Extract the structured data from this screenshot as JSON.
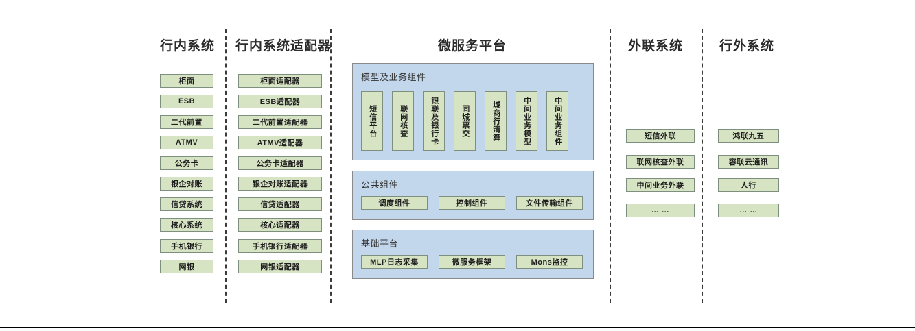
{
  "diagram": {
    "columns": [
      {
        "id": "in-bank-systems",
        "title": "行内系统",
        "items": [
          "柜面",
          "ESB",
          "二代前置",
          "ATMV",
          "公务卡",
          "银企对账",
          "信贷系统",
          "核心系统",
          "手机银行",
          "网银"
        ]
      },
      {
        "id": "in-bank-adapters",
        "title": "行内系统适配器",
        "items": [
          "柜面适配器",
          "ESB适配器",
          "二代前置适配器",
          "ATMV适配器",
          "公务卡适配器",
          "银企对账适配器",
          "信贷适配器",
          "核心适配器",
          "手机银行适配器",
          "网银适配器"
        ]
      },
      {
        "id": "external-link-systems",
        "title": "外联系统",
        "items": [
          "短信外联",
          "联网核查外联",
          "中间业务外联",
          "… …"
        ]
      },
      {
        "id": "out-bank-systems",
        "title": "行外系统",
        "items": [
          "鸿联九五",
          "容联云通讯",
          "人行",
          "… …"
        ]
      }
    ],
    "platform": {
      "title": "微服务平台",
      "groups": [
        {
          "id": "model-business-components",
          "title": "模型及业务组件",
          "orientation": "vertical",
          "items": [
            "短信平台",
            "联网核查",
            "银联及银行卡",
            "同城票交",
            "城商行清算",
            "中间业务模型",
            "中间业务组件"
          ]
        },
        {
          "id": "public-components",
          "title": "公共组件",
          "orientation": "horizontal",
          "items": [
            "调度组件",
            "控制组件",
            "文件传输组件"
          ]
        },
        {
          "id": "base-platform",
          "title": "基础平台",
          "orientation": "horizontal",
          "items": [
            "MLP日志采集",
            "微服务框架",
            "Mons监控"
          ]
        }
      ]
    },
    "colors": {
      "node_fill": "#d7e4c3",
      "node_border": "#7f8f7f",
      "panel_fill": "#c2d6ec",
      "panel_border": "#8a8a8a",
      "divider": "#3b3b3b",
      "text": "#1e1e1e"
    }
  }
}
